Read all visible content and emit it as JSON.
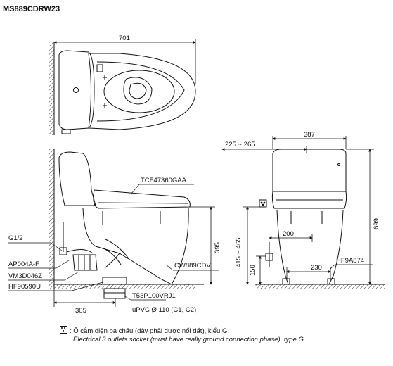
{
  "model": "MS889CDRW23",
  "dimensions": {
    "top_width": "701",
    "side_depth_range": "225 ~ 265",
    "front_width": "387",
    "height": "699",
    "seat_height": "395",
    "outlet_height_range": "415 ~ 465",
    "outlet_offset": "200",
    "water_supply_height": "150",
    "water_supply_offset": "230",
    "rough_in": "305"
  },
  "parts": {
    "seat": "TCF47360GAA",
    "valve": "G1/2",
    "flex_hose": "AP004A-F",
    "stop_valve": "VM3D046Z",
    "flange": "HF90590U",
    "bowl": "CW889CDV",
    "adapter": "T53P100VRJ1",
    "drain_pipe": "uPVC Ø 110 (C1, C2)",
    "front_part": "HF9A874"
  },
  "note": {
    "vi": ": Ổ cắm điện ba chấu (dây phải được nối đất), kiểu G.",
    "en": "Electrical 3 outlets socket (must have really ground connection phase), type G."
  }
}
